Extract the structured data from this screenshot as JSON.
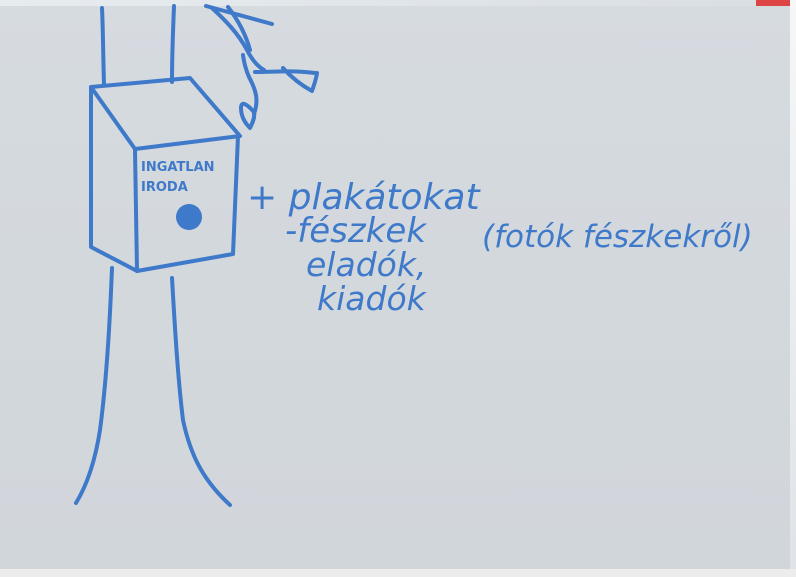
{
  "sketch": {
    "birdhouse_label_line1": "INGATLAN",
    "birdhouse_label_line2": "IRODA",
    "note_line1": "+ plakátokat",
    "note_line2": "-fészkek",
    "note_line3": "(fotók fészkekről)",
    "note_line4": "eladók,",
    "note_line5": "kiadók"
  },
  "colors": {
    "ink": "#3f79c9",
    "paper": "#d4d9de"
  }
}
